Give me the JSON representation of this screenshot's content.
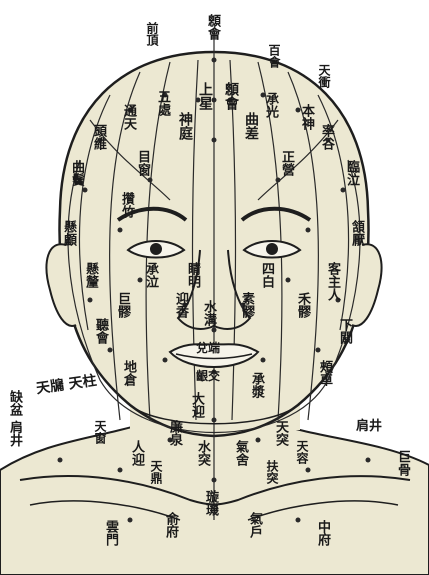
{
  "palette": {
    "background": "#ffffff",
    "skin": "#ece8d2",
    "ink": "#1e1e1e",
    "point": "#2a2a2a"
  },
  "labels": {
    "top_1": "顖會",
    "top_2": "前頂",
    "top_3": "百會",
    "head_1": "上星",
    "head_2": "顖會",
    "head_3": "神庭",
    "head_4": "曲差",
    "head_5": "五處",
    "head_6": "承光",
    "head_7": "通天",
    "head_8": "本神",
    "head_9": "頭維",
    "head_10": "率谷",
    "head_11": "曲鬢",
    "head_12": "臨泣",
    "head_13": "目窗",
    "head_14": "正營",
    "head_15": "天衝",
    "side_left_1": "懸顱",
    "side_left_2": "懸釐",
    "side_right_1": "頷厭",
    "side_right_2": "客主人",
    "face_1": "攢竹",
    "face_2": "睛明",
    "face_3": "承泣",
    "face_4": "四白",
    "face_5": "巨髎",
    "face_6": "禾髎",
    "face_7": "迎香",
    "face_8": "素髎",
    "face_9": "水溝",
    "face_10": "兌端",
    "face_11": "齦交",
    "face_12": "地倉",
    "face_13": "承漿",
    "face_14": "大迎",
    "face_15": "頰車",
    "face_16": "下關",
    "face_17": "聽會",
    "neck_1": "廉泉",
    "neck_2": "人迎",
    "neck_3": "水突",
    "neck_4": "氣舍",
    "neck_5": "天突",
    "neck_6": "天鼎",
    "neck_7": "扶突",
    "neck_8": "天窗",
    "neck_9": "天容",
    "chest_1": "璇璣",
    "chest_2": "俞府",
    "chest_3": "氣戶",
    "chest_4": "雲門",
    "chest_5": "中府",
    "left_margin": "天牖 天柱",
    "left_margin_2": "缺盆 肩井",
    "right_margin_1": "肩井",
    "right_margin_2": "巨骨"
  }
}
